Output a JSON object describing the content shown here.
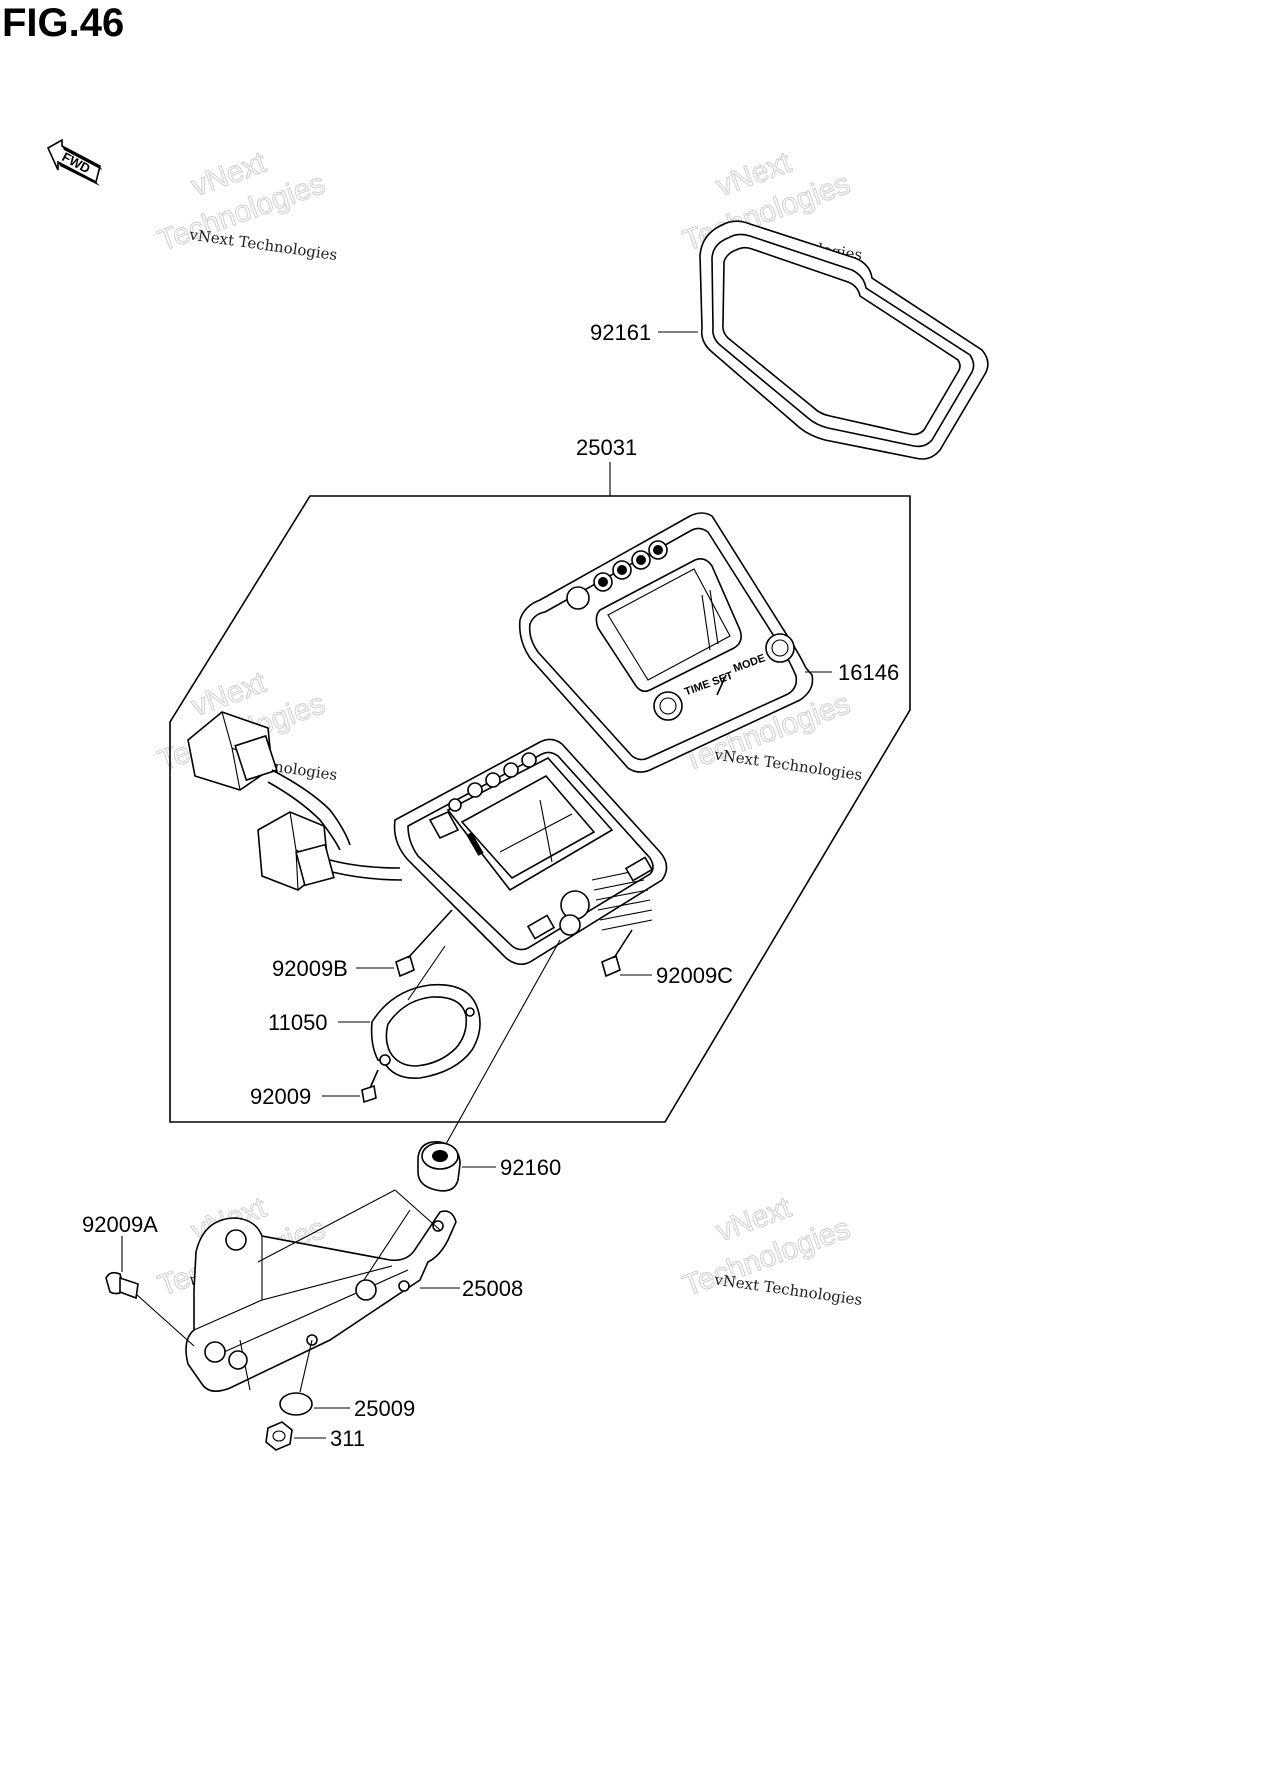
{
  "figure": {
    "title": "FIG.46"
  },
  "fwd_arrow": {
    "text": "FWD",
    "icon": "fwd-arrow-icon"
  },
  "watermark": {
    "line1": "vNext Technologies",
    "line2": "vNext",
    "line3": "Technologies"
  },
  "assembly_label": "25031",
  "parts": {
    "p92161": "92161",
    "p16146": "16146",
    "p92009B": "92009B",
    "p92009C": "92009C",
    "p11050": "11050",
    "p92009": "92009",
    "p92160": "92160",
    "p92009A": "92009A",
    "p25008": "25008",
    "p25009": "25009",
    "p311": "311"
  },
  "meter_buttons": {
    "mode": "MODE",
    "time_set": "TIME SET"
  }
}
